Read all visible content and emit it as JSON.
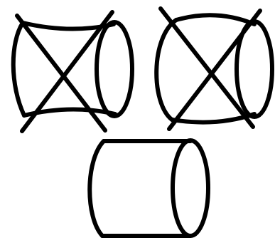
{
  "diagram": {
    "figures": [
      {
        "shape": "concave-sided cylinder",
        "crossed_out": true
      },
      {
        "shape": "convex-sided cylinder",
        "crossed_out": true
      },
      {
        "shape": "straight-sided cylinder",
        "crossed_out": false
      }
    ],
    "colors": {
      "stroke": "#000000",
      "background": "#ffffff"
    }
  }
}
